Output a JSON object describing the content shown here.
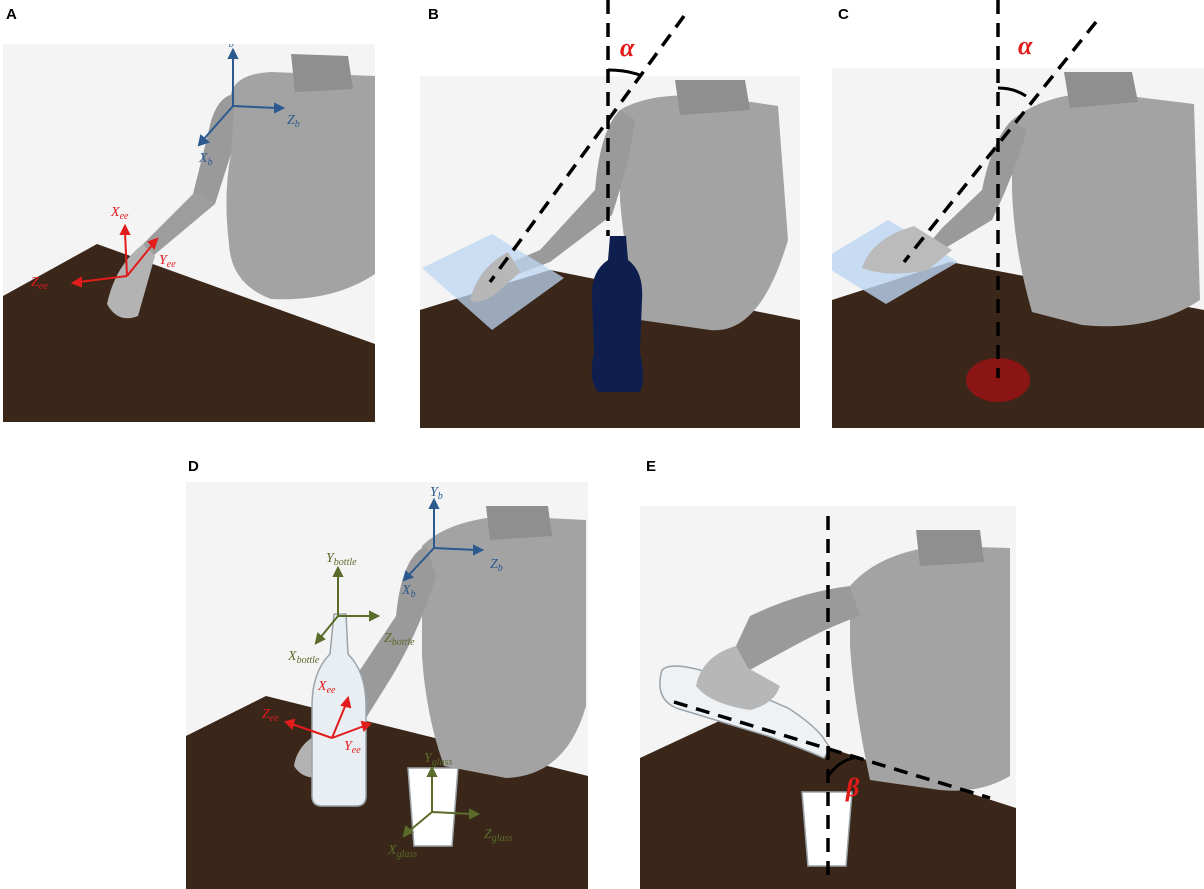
{
  "panels": {
    "A": {
      "letter": "A",
      "base_frame": {
        "x": "X",
        "x_sub": "b",
        "y": "Y",
        "y_sub": "b",
        "z": "Z",
        "z_sub": "b"
      },
      "ee_frame": {
        "x": "X",
        "x_sub": "ee",
        "y": "Y",
        "y_sub": "ee",
        "z": "Z",
        "z_sub": "ee"
      }
    },
    "B": {
      "letter": "B",
      "angle": "α"
    },
    "C": {
      "letter": "C",
      "angle": "α"
    },
    "D": {
      "letter": "D",
      "base_frame": {
        "x": "X",
        "x_sub": "b",
        "y": "Y",
        "y_sub": "b",
        "z": "Z",
        "z_sub": "b"
      },
      "bottle_frame": {
        "x": "X",
        "x_sub": "bottle",
        "y": "Y",
        "y_sub": "bottle",
        "z": "Z",
        "z_sub": "bottle"
      },
      "ee_frame": {
        "x": "X",
        "x_sub": "ee",
        "y": "Y",
        "y_sub": "ee",
        "z": "Z",
        "z_sub": "ee"
      },
      "glass_frame": {
        "x": "X",
        "x_sub": "glass",
        "y": "Y",
        "y_sub": "glass",
        "z": "Z",
        "z_sub": "glass"
      }
    },
    "E": {
      "letter": "E",
      "angle": "β"
    }
  },
  "colors": {
    "base_frame": "#2d5a8e",
    "ee_frame": "#e21b1b",
    "object_frame": "#5a6b2a",
    "angle_label": "#e21b1b",
    "table": "#3b2719",
    "skin": "#9c9c9c",
    "target_plane": "#bcd6f2",
    "bottle_dark": "#0e1f4f",
    "target_spot": "#8b1414"
  }
}
